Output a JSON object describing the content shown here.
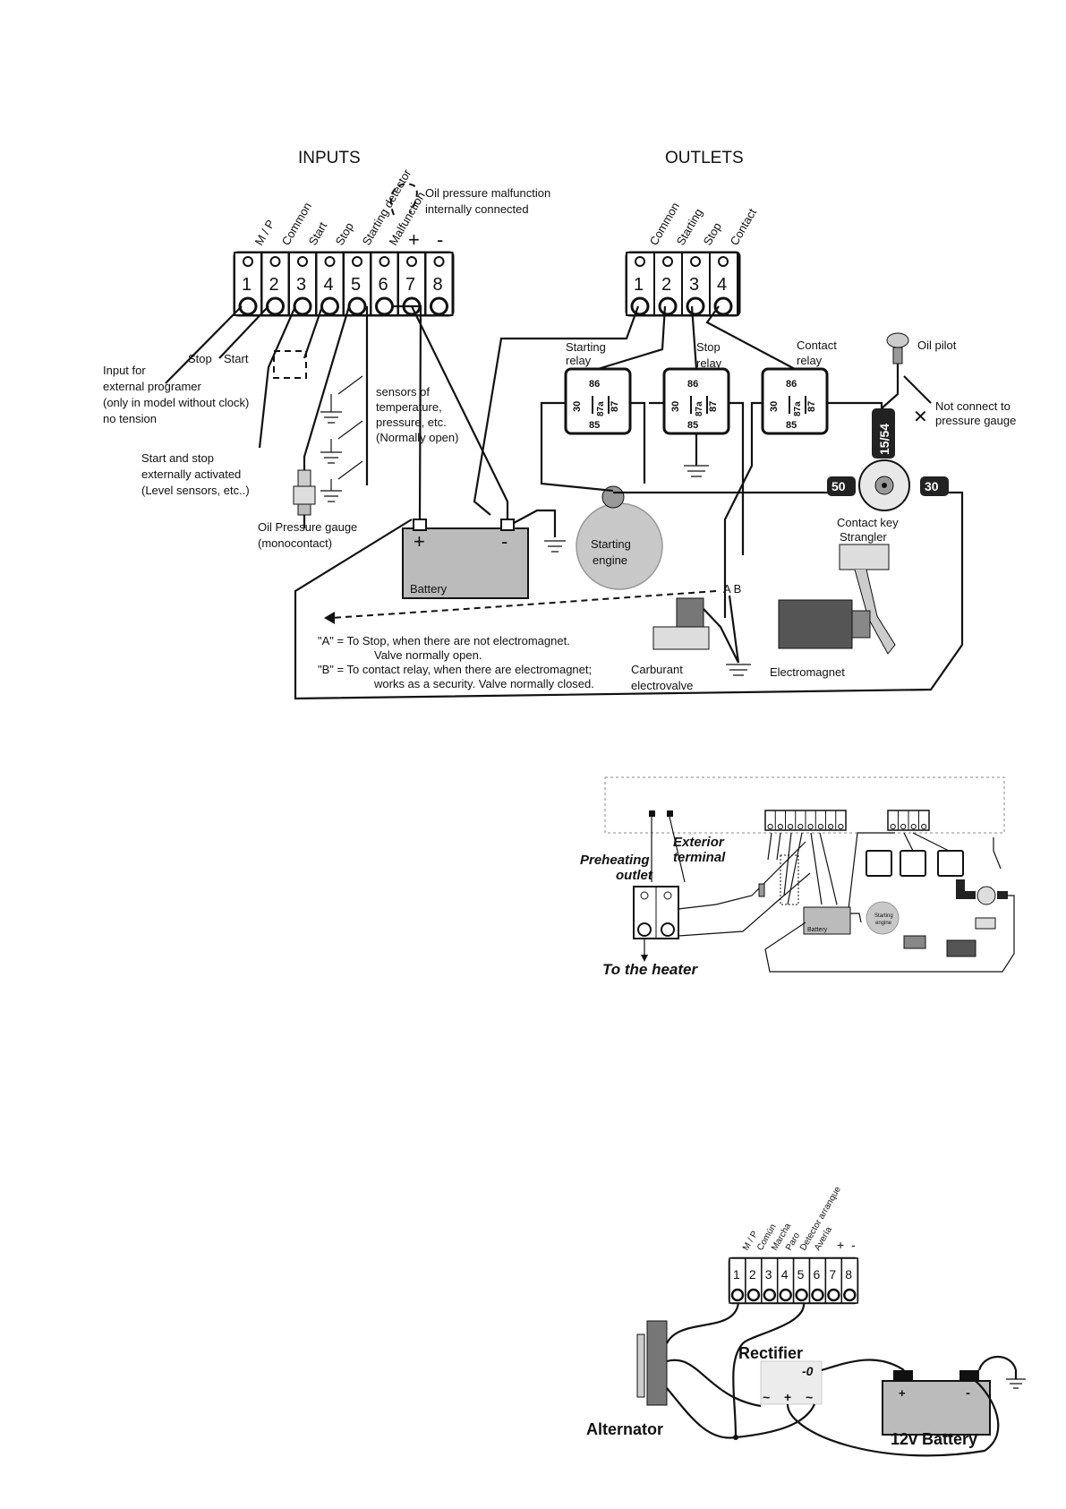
{
  "diagram1": {
    "inputs_title": "INPUTS",
    "outlets_title": "OUTLETS",
    "oil_pressure_note": [
      "Oil pressure malfunction",
      "internally connected"
    ],
    "input_labels": [
      "M / P",
      "Common",
      "Start",
      "Stop",
      "Starting detector",
      "Malfunction"
    ],
    "input_numbers": [
      "1",
      "2",
      "3",
      "4",
      "5",
      "6",
      "7",
      "8"
    ],
    "plus": "+",
    "minus": "-",
    "outlet_labels": [
      "Common",
      "Starting",
      "Stop",
      "Contact"
    ],
    "outlet_numbers": [
      "1",
      "2",
      "3",
      "4"
    ],
    "stop_label": "Stop",
    "start_label": "Start",
    "input_programer": [
      "Input for",
      "external programer",
      "(only in model without clock)",
      "no tension"
    ],
    "start_stop_ext": [
      "Start and stop",
      "externally activated",
      "(Level sensors, etc..)"
    ],
    "sensors": [
      "sensors of",
      "temperature,",
      "pressure, etc.",
      "(Normally open)"
    ],
    "oil_gauge": [
      "Oil Pressure gauge",
      "(monocontact)"
    ],
    "battery": "Battery",
    "starting_engine": [
      "Starting",
      "engine"
    ],
    "relays": [
      {
        "name": [
          "Starting",
          "relay"
        ]
      },
      {
        "name": [
          "Stop",
          "relay"
        ]
      },
      {
        "name": [
          "Contact",
          "relay"
        ]
      }
    ],
    "relay_pins": [
      "86",
      "30",
      "87a",
      "87",
      "85"
    ],
    "oil_pilot": "Oil pilot",
    "not_connect": [
      "Not connect to",
      "pressure gauge"
    ],
    "contact_key_terminals": [
      "15/54",
      "50",
      "30"
    ],
    "contact_key": "Contact key",
    "strangler": "Strangler",
    "ab": "A B",
    "note_a": [
      "\"A\" = To Stop, when there are not electromagnet.",
      "Valve normally open."
    ],
    "note_b": [
      "\"B\" = To contact relay, when there are electromagnet;",
      "works as a security. Valve normally closed."
    ],
    "carburant": [
      "Carburant",
      "electrovalve"
    ],
    "electromagnet": "Electromagnet"
  },
  "diagram2": {
    "exterior_terminal": [
      "Exterior",
      "terminal"
    ],
    "preheating_outlet": [
      "Preheating",
      "outlet"
    ],
    "to_heater": "To the heater",
    "mini_battery": "Battery",
    "mini_engine": [
      "Starting",
      "engine"
    ]
  },
  "diagram3": {
    "input_labels": [
      "M / P",
      "Común",
      "Marcha",
      "Paro",
      "Detector arranque",
      "Avería"
    ],
    "numbers": [
      "1",
      "2",
      "3",
      "4",
      "5",
      "6",
      "7",
      "8"
    ],
    "plus": "+",
    "minus": "-",
    "rectifier": "Rectifier",
    "rect_out": "-0",
    "rect_pins": [
      "~",
      "+",
      "~"
    ],
    "alternator": "Alternator",
    "battery": "12v Battery"
  }
}
